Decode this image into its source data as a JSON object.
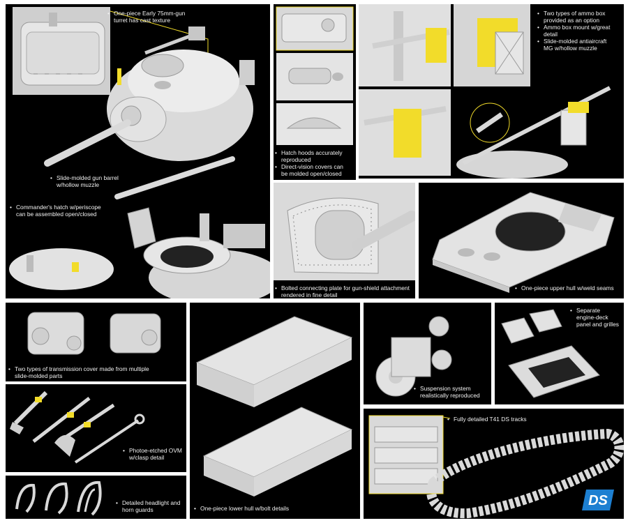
{
  "captions": {
    "turret": [
      "One-piece Early 75mm-gun",
      "turret has cast texture"
    ],
    "gun_barrel": [
      "Slide-molded gun barrel",
      "w/hollow muzzle"
    ],
    "commander_hatch": [
      "Commander's hatch w/periscope",
      "can be assembled open/closed"
    ],
    "hatch_hoods": [
      "Hatch hoods accurately",
      "reproduced"
    ],
    "vision_covers": [
      "Direct-vision covers can",
      "be molded open/closed"
    ],
    "ammo_box_1": [
      "Two types of ammo box",
      "provided as an option"
    ],
    "ammo_box_2": [
      "Ammo box mount w/great",
      "detail"
    ],
    "ammo_box_3": [
      "Slide-molded antiaircraft",
      "MG w/hollow muzzle"
    ],
    "bolted_plate": [
      "Bolted connecting plate for gun-shield attachment",
      "rendered in fine detail"
    ],
    "upper_hull": [
      "One-piece upper hull w/weld seams"
    ],
    "transmission": [
      "Two types of transmission cover made from multiple",
      "slide-molded parts"
    ],
    "engine_deck": [
      "Separate",
      "engine-deck",
      "panel and grilles"
    ],
    "suspension": [
      "Suspension system",
      "realistically reproduced"
    ],
    "ovm": [
      "Photoe-etched OVM",
      "w/clasp detail"
    ],
    "lower_hull": [
      "One-piece lower hull w/bolt details"
    ],
    "tracks": [
      "Fully detailed T41 DS tracks"
    ],
    "headlight": [
      "Detailed headlight and",
      "horn guards"
    ]
  },
  "logo": {
    "text": "DS",
    "color": "#1d7fd1",
    "icon": "ds-tracks-logo"
  },
  "colors": {
    "panel": "#000000",
    "model": "#d9d9d9",
    "highlight": "#f2dc2a",
    "page": "#ffffff"
  }
}
